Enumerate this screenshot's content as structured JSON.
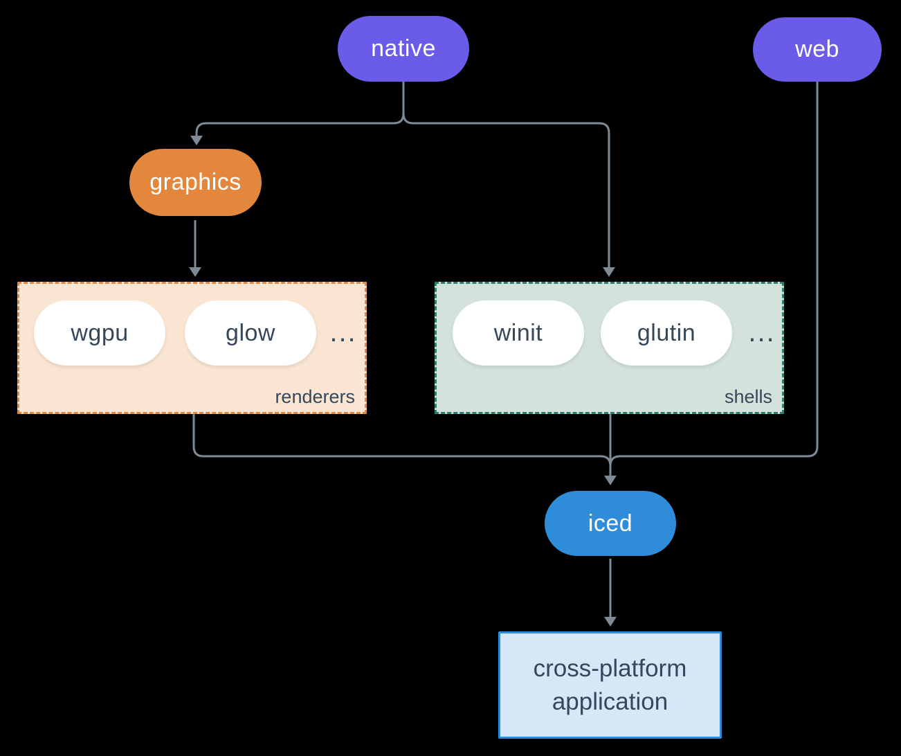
{
  "nodes": {
    "native": {
      "label": "native"
    },
    "web": {
      "label": "web"
    },
    "graphics": {
      "label": "graphics"
    },
    "iced": {
      "label": "iced"
    },
    "application": {
      "line1": "cross-platform",
      "line2": "application"
    }
  },
  "groups": {
    "renderers": {
      "label": "renderers",
      "items": [
        "wgpu",
        "glow"
      ],
      "ellipsis": "..."
    },
    "shells": {
      "label": "shells",
      "items": [
        "winit",
        "glutin"
      ],
      "ellipsis": "..."
    }
  },
  "colors": {
    "background": "#000000",
    "purple_node": "#6A5CE8",
    "orange_node": "#E2873C",
    "blue_node": "#2E8CD9",
    "white_pill": "#FFFFFF",
    "renderers_fill": "#FAE5D3",
    "renderers_border": "#E2873C",
    "shells_fill": "#D3E2DB",
    "shells_border": "#2E7D6E",
    "application_fill": "#D6E7F7",
    "application_border": "#2E8CD9",
    "connector": "#7D8B98",
    "dark_text": "#36475A",
    "light_text": "#FFFFFF"
  }
}
